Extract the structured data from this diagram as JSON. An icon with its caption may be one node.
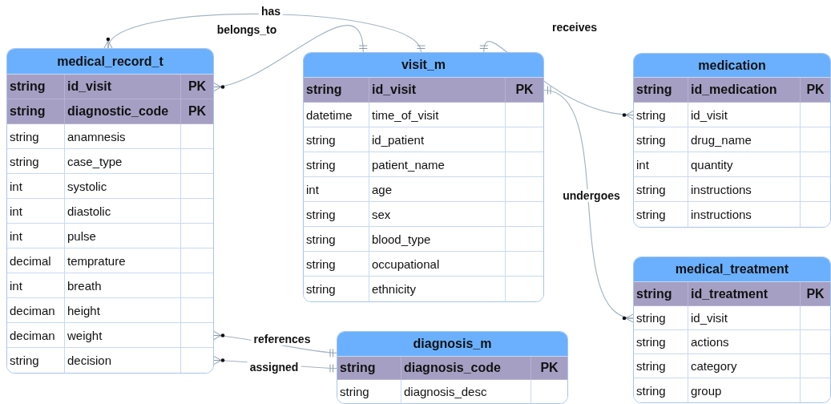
{
  "diagram": {
    "nodes": [
      {
        "text": [
          "medical_record_t"
        ]
      },
      {
        "text": [
          "string",
          "id_visit",
          "PK"
        ],
        "in": 0
      },
      {
        "text": [
          "string",
          "diagnostic_code",
          "PK"
        ],
        "in": 0
      },
      {
        "text": [
          "string",
          "anamnesis"
        ],
        "in": 0
      },
      {
        "text": [
          "string",
          "case_type"
        ],
        "in": 0
      },
      {
        "text": [
          "int",
          "systolic"
        ],
        "in": 0
      },
      {
        "text": [
          "int",
          "diastolic"
        ],
        "in": 0
      },
      {
        "text": [
          "int",
          "pulse"
        ],
        "in": 0
      },
      {
        "text": [
          "decimal",
          "temprature"
        ],
        "in": 0
      },
      {
        "text": [
          "int",
          "breath"
        ],
        "in": 0
      },
      {
        "text": [
          "deciman",
          "height"
        ],
        "in": 0
      },
      {
        "text": [
          "deciman",
          "weight"
        ],
        "in": 0
      },
      {
        "text": [
          "string",
          "decision"
        ],
        "in": 0
      },
      {
        "text": [
          "visit_m"
        ]
      },
      {
        "text": [
          "string",
          "id_visit",
          "PK"
        ],
        "in": 13
      },
      {
        "text": [
          "datetime",
          "time_of_visit"
        ],
        "in": 13
      },
      {
        "text": [
          "string",
          "id_patient"
        ],
        "in": 13
      },
      {
        "text": [
          "string",
          "patient_name"
        ],
        "in": 13
      },
      {
        "text": [
          "int",
          "age"
        ],
        "in": 13
      },
      {
        "text": [
          "string",
          "sex"
        ],
        "in": 13
      },
      {
        "text": [
          "string",
          "blood_type"
        ],
        "in": 13
      },
      {
        "text": [
          "string",
          "occupational"
        ],
        "in": 13
      },
      {
        "text": [
          "string",
          "ethnicity"
        ],
        "in": 13
      },
      {
        "text": [
          "medication"
        ]
      },
      {
        "text": [
          "string",
          "id_medication",
          "PK"
        ],
        "in": 23
      },
      {
        "text": [
          "string",
          "id_visit"
        ],
        "in": 23
      },
      {
        "text": [
          "string",
          "drug_name"
        ],
        "in": 23
      },
      {
        "text": [
          "int",
          "quantity"
        ],
        "in": 23
      },
      {
        "text": [
          "string",
          "instructions"
        ],
        "in": 23
      },
      {
        "text": [
          "string",
          "instructions"
        ],
        "in": 23
      },
      {
        "text": [
          "medical_treatment"
        ]
      },
      {
        "text": [
          "string",
          "id_treatment",
          "PK"
        ],
        "in": 30
      },
      {
        "text": [
          "string",
          "id_visit"
        ],
        "in": 30
      },
      {
        "text": [
          "string",
          "actions"
        ],
        "in": 30
      },
      {
        "text": [
          "string",
          "category"
        ],
        "in": 30
      },
      {
        "text": [
          "string",
          "group"
        ],
        "in": 30
      },
      {
        "text": [
          "diagnosis_m"
        ]
      },
      {
        "text": [
          "string",
          "diagnosis_code",
          "PK"
        ],
        "in": 36
      },
      {
        "text": [
          "string",
          "diagnosis_desc"
        ],
        "in": 36
      }
    ],
    "edges": [
      {
        "from": 0,
        "to": 13,
        "arrow": "other",
        "label": "has"
      },
      {
        "from": 1,
        "to": 13,
        "arrow": "other",
        "label": "belongs_to"
      },
      {
        "from": 25,
        "to": 13,
        "arrow": "other",
        "label": "receives"
      },
      {
        "from": 32,
        "to": 14,
        "arrow": "other",
        "label": "undergoes"
      },
      {
        "from": 11,
        "to": 36,
        "arrow": "other",
        "label": "references"
      },
      {
        "from": 12,
        "to": 37,
        "arrow": "other",
        "label": "assigned"
      }
    ]
  }
}
